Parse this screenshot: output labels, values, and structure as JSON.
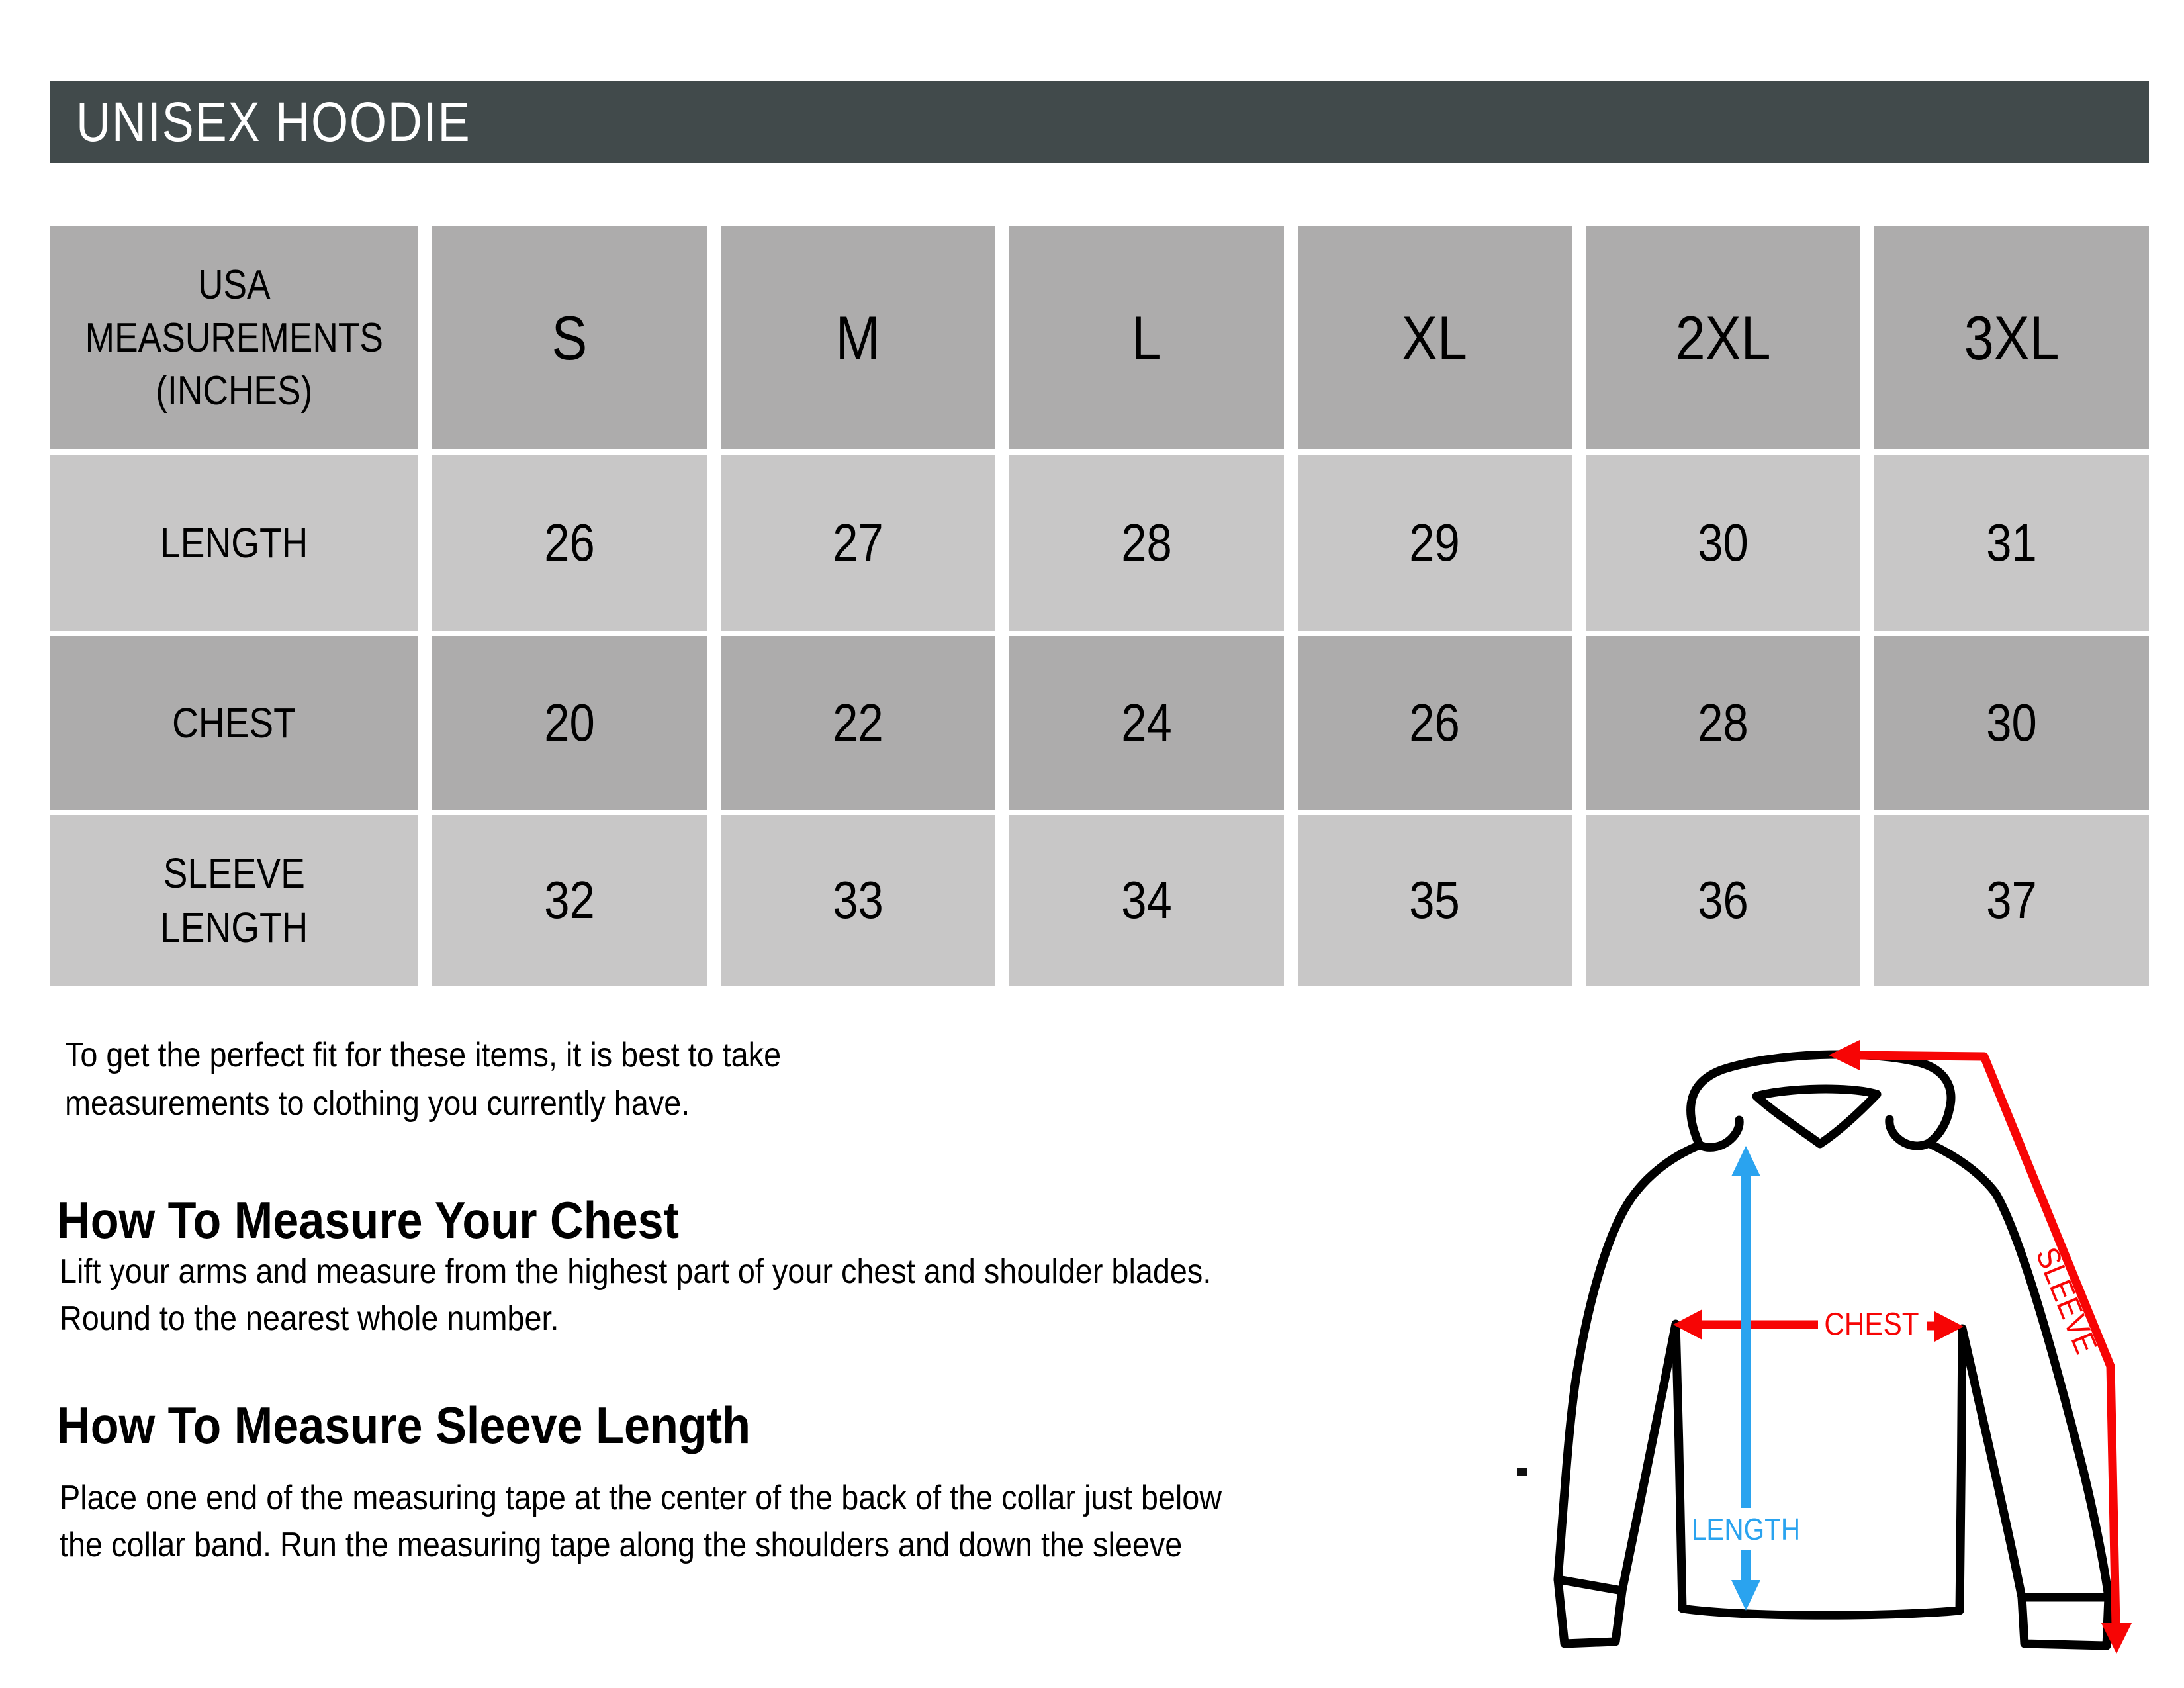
{
  "title": "UNISEX HOODIE",
  "table": {
    "corner_header": "USA\nMEASUREMENTS\n(INCHES)",
    "size_headers": [
      "S",
      "M",
      "L",
      "XL",
      "2XL",
      "3XL"
    ],
    "rows": [
      {
        "label": "LENGTH",
        "values": [
          "26",
          "27",
          "28",
          "29",
          "30",
          "31"
        ]
      },
      {
        "label": "CHEST",
        "values": [
          "20",
          "22",
          "24",
          "26",
          "28",
          "30"
        ]
      },
      {
        "label": "SLEEVE\nLENGTH",
        "values": [
          "32",
          "33",
          "34",
          "35",
          "36",
          "37"
        ]
      }
    ]
  },
  "notes": {
    "fit_note": "To get the perfect fit for these items, it is best to take\nmeasurements to clothing you currently have."
  },
  "sections": {
    "chest": {
      "heading": "How To Measure Your Chest",
      "body": "Lift your arms and measure from the highest part of your chest and shoulder blades.\nRound to the nearest whole number."
    },
    "sleeve": {
      "heading": "How To Measure Sleeve Length",
      "body": "Place one end of the measuring tape at the center of the back of the collar just below\nthe collar band. Run the measuring tape along the shoulders and down the sleeve"
    }
  },
  "diagram": {
    "chest_label": "CHEST",
    "length_label": "LENGTH",
    "sleeve_label": "SLEEVE",
    "colors": {
      "chest_sleeve_arrows": "#f70505",
      "length_arrow": "#2aa3ef",
      "outline": "#000000"
    }
  },
  "colors": {
    "title_bar_bg": "#414a4b",
    "title_text": "#ffffff",
    "row_dark_gray": "#adacac",
    "row_light_gray": "#c8c7c7"
  }
}
